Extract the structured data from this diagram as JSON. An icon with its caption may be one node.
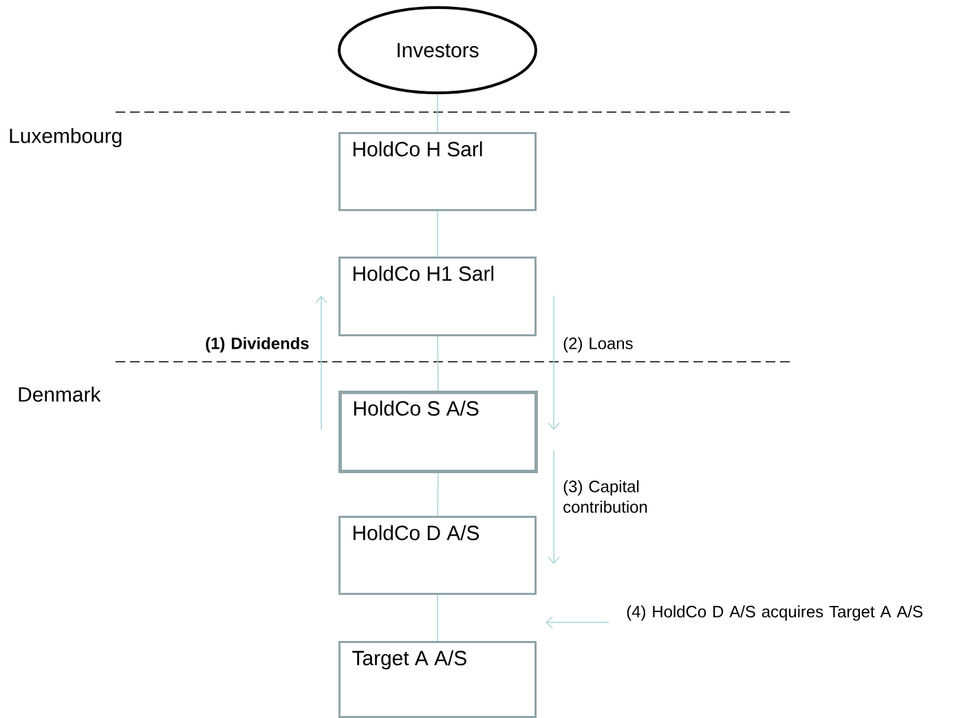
{
  "diagram": {
    "nodes": [
      {
        "text": [
          "Investors"
        ]
      },
      {
        "text": [
          "HoldCo H Sarl"
        ]
      },
      {
        "text": [
          "HoldCo H1 Sarl"
        ]
      },
      {
        "text": [
          "HoldCo S A/S"
        ]
      },
      {
        "text": [
          "HoldCo D A/S"
        ]
      },
      {
        "text": [
          "Target A  A/S"
        ]
      }
    ],
    "edges": [
      {
        "from": 0,
        "to": 1,
        "arrow": "none"
      },
      {
        "from": 1,
        "to": 2,
        "arrow": "none"
      },
      {
        "from": 2,
        "to": 3,
        "arrow": "none"
      },
      {
        "from": 3,
        "to": 4,
        "arrow": "none"
      },
      {
        "from": 4,
        "to": 5,
        "arrow": "none"
      }
    ],
    "labels": [
      "Luxembourg",
      "(1) Dividends",
      "(2) Loans",
      "Denmark",
      "(3) Capital contribution",
      "(4) HoldCo D A/S acquires Target A A/S"
    ]
  }
}
